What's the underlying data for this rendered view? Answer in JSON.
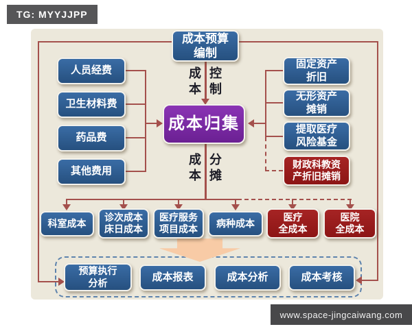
{
  "badges": {
    "tg": "TG: MYYJJPP",
    "watermark": "www.space-jingcaiwang.com"
  },
  "colors": {
    "background": "#ece8db",
    "blue_node": "#2f5e95",
    "purple_node": "#7c2ba6",
    "red_node": "#9c1c1c",
    "connector": "#a4504c",
    "dashed_container": "#5d83ad",
    "big_arrow": "#f8cba6"
  },
  "nodes": {
    "budget": "成本预算\n编制",
    "aggregation": "成本归集",
    "label_control": {
      "col1": "成\n本",
      "col2": "控\n制"
    },
    "label_allocation": {
      "col1": "成\n本",
      "col2": "分\n摊"
    },
    "left_inputs": [
      "人员经费",
      "卫生材料费",
      "药品费",
      "其他费用"
    ],
    "right_inputs": [
      "固定资产\n折旧",
      "无形资产\n摊销",
      "提取医疗\n风险基金"
    ],
    "right_special": "财政科教资\n产折旧摊销",
    "mid_row": [
      "科室成本",
      "诊次成本\n床日成本",
      "医疗服务\n项目成本",
      "病种成本"
    ],
    "mid_row_red": [
      "医疗\n全成本",
      "医院\n全成本"
    ],
    "bottom_row": [
      "预算执行\n分析",
      "成本报表",
      "成本分析",
      "成本考核"
    ]
  }
}
